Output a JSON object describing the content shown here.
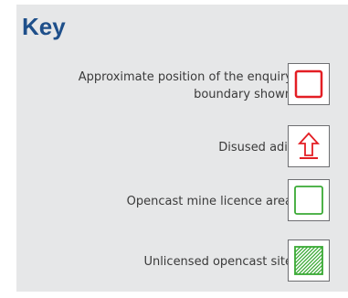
{
  "key": {
    "title": "Key",
    "accent_color": "#1e4f8a",
    "items": [
      {
        "label_line1": "Approximate position of the enquiry",
        "label_line2": "boundary shown",
        "symbol": "red-square-outline-icon",
        "color": "#e31e24"
      },
      {
        "label_line1": "Disused adit",
        "symbol": "red-outlined-up-arrow-icon",
        "color": "#e31e24"
      },
      {
        "label_line1": "Opencast mine licence area",
        "symbol": "green-square-outline-icon",
        "color": "#3aaa35"
      },
      {
        "label_line1": "Unlicensed opencast site",
        "symbol": "green-hatched-square-icon",
        "color": "#3aaa35"
      }
    ]
  }
}
